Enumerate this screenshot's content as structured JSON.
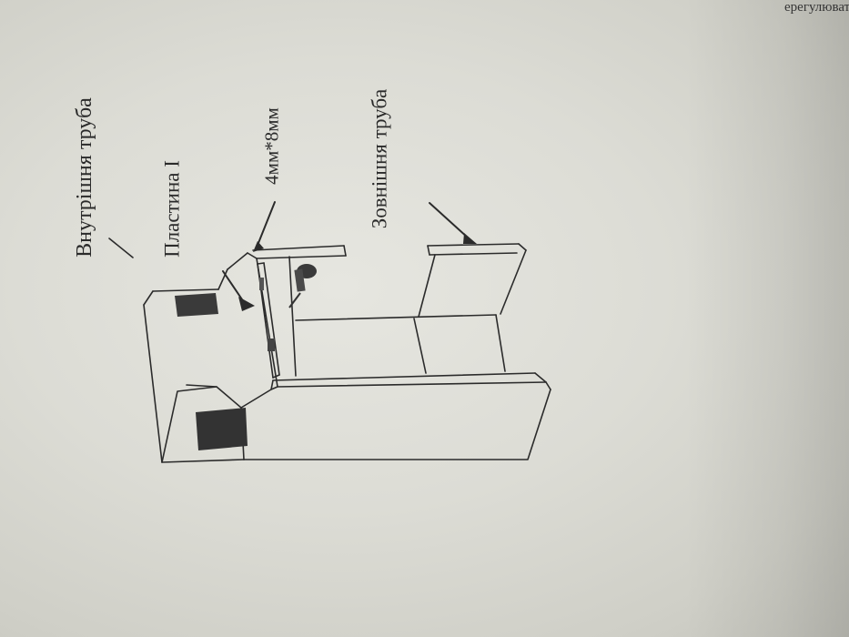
{
  "page": {
    "edge_text": "ерегулювати висо"
  },
  "labels": {
    "inner_tube": "Внутрішня труба",
    "plate": "Пластина I",
    "screw_size": "4мм*8мм",
    "outer_tube": "Зовнішня труба"
  },
  "colors": {
    "ink": "#2a2a2a",
    "paper": "#dcdcd5",
    "window": "#3a3a3a"
  }
}
